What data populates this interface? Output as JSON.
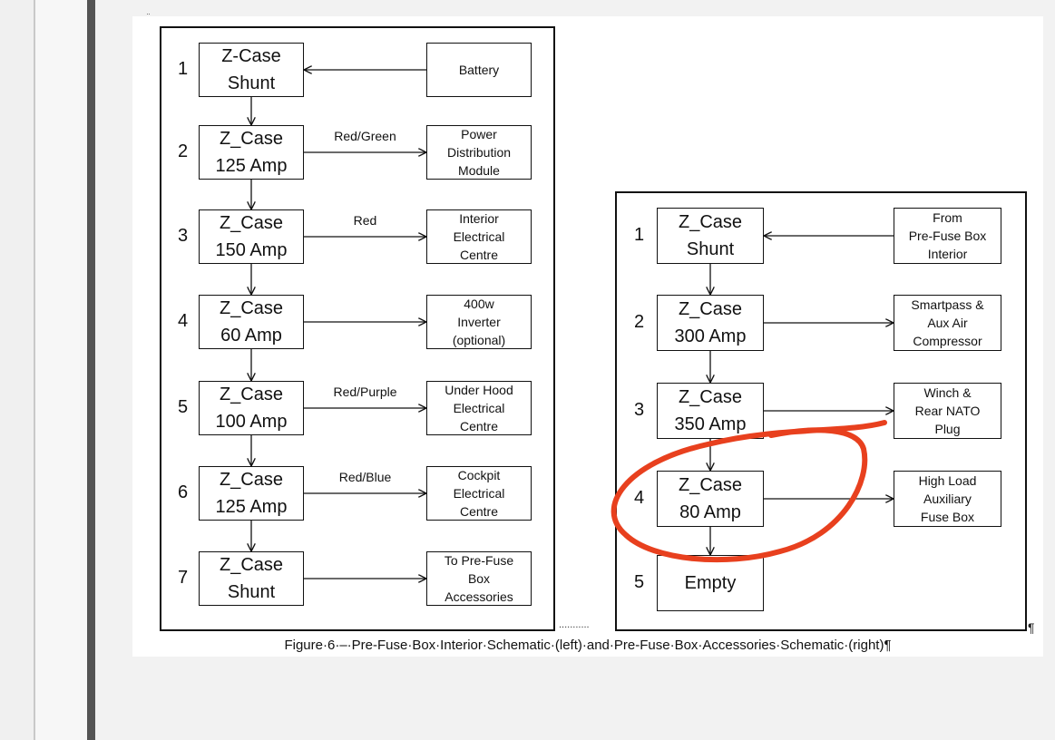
{
  "document": {
    "caption": "Figure·6·–·Pre-Fuse·Box·Interior·Schematic·(left)·and·Pre-Fuse·Box·Accessories·Schematic·(right)¶",
    "top_mark": "¨",
    "leader_dots": "...........",
    "pilcrow": "¶"
  },
  "left_schematic": {
    "rows": [
      {
        "number": "1",
        "fuse": "Z-Case\nShunt",
        "label": "",
        "dest": "Battery"
      },
      {
        "number": "2",
        "fuse": "Z_Case\n125 Amp",
        "label": "Red/Green",
        "dest": "Power\nDistribution\nModule"
      },
      {
        "number": "3",
        "fuse": "Z_Case\n150 Amp",
        "label": "Red",
        "dest": "Interior\nElectrical\nCentre"
      },
      {
        "number": "4",
        "fuse": "Z_Case\n60 Amp",
        "label": "",
        "dest": "400w\nInverter\n(optional)"
      },
      {
        "number": "5",
        "fuse": "Z_Case\n100 Amp",
        "label": "Red/Purple",
        "dest": "Under Hood\nElectrical\nCentre"
      },
      {
        "number": "6",
        "fuse": "Z_Case\n125 Amp",
        "label": "Red/Blue",
        "dest": "Cockpit\nElectrical\nCentre"
      },
      {
        "number": "7",
        "fuse": "Z_Case\nShunt",
        "label": "",
        "dest": "To Pre-Fuse\nBox\nAccessories"
      }
    ]
  },
  "right_schematic": {
    "rows": [
      {
        "number": "1",
        "fuse": "Z_Case\nShunt",
        "dest": "From\nPre-Fuse Box\nInterior"
      },
      {
        "number": "2",
        "fuse": "Z_Case\n300 Amp",
        "dest": "Smartpass &\nAux Air\nCompressor"
      },
      {
        "number": "3",
        "fuse": "Z_Case\n350 Amp",
        "dest": "Winch &\nRear NATO\nPlug"
      },
      {
        "number": "4",
        "fuse": "Z_Case\n80 Amp",
        "dest": "High Load\nAuxiliary\nFuse Box"
      },
      {
        "number": "5",
        "fuse": "Empty",
        "dest": ""
      }
    ]
  },
  "annotation": {
    "color": "#e8401e"
  },
  "colors": {
    "margin_bar": "#545454",
    "page": "#f2f2f2"
  }
}
